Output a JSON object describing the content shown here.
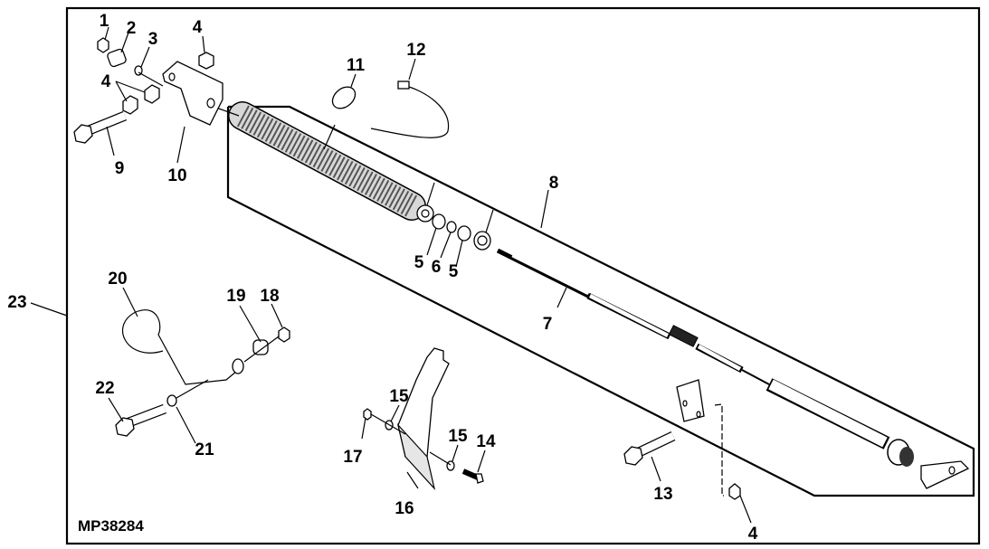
{
  "diagram": {
    "reference_id": "MP38284",
    "callouts": [
      {
        "id": "c1",
        "label": "1",
        "part": "lock-nut"
      },
      {
        "id": "c2",
        "label": "2",
        "part": "spacer"
      },
      {
        "id": "c3",
        "label": "3",
        "part": "washer"
      },
      {
        "id": "c4a",
        "label": "4",
        "part": "lock-nut"
      },
      {
        "id": "c4b",
        "label": "4",
        "part": "lock-nut"
      },
      {
        "id": "c4c",
        "label": "4",
        "part": "lock-nut"
      },
      {
        "id": "c5a",
        "label": "5",
        "part": "washer"
      },
      {
        "id": "c6",
        "label": "6",
        "part": "washer"
      },
      {
        "id": "c5b",
        "label": "5",
        "part": "washer"
      },
      {
        "id": "c7",
        "label": "7",
        "part": "control-cable"
      },
      {
        "id": "c8",
        "label": "8",
        "part": "spring-cable-assembly"
      },
      {
        "id": "c9",
        "label": "9",
        "part": "bolt"
      },
      {
        "id": "c10",
        "label": "10",
        "part": "bracket"
      },
      {
        "id": "c11",
        "label": "11",
        "part": "clamp"
      },
      {
        "id": "c12",
        "label": "12",
        "part": "cable-tie"
      },
      {
        "id": "c13",
        "label": "13",
        "part": "bolt"
      },
      {
        "id": "c14",
        "label": "14",
        "part": "bolt"
      },
      {
        "id": "c15a",
        "label": "15",
        "part": "washer"
      },
      {
        "id": "c15b",
        "label": "15",
        "part": "washer"
      },
      {
        "id": "c16",
        "label": "16",
        "part": "bracket"
      },
      {
        "id": "c17",
        "label": "17",
        "part": "nut"
      },
      {
        "id": "c18",
        "label": "18",
        "part": "lock-nut"
      },
      {
        "id": "c19",
        "label": "19",
        "part": "spacer"
      },
      {
        "id": "c20",
        "label": "20",
        "part": "spring-rod"
      },
      {
        "id": "c21",
        "label": "21",
        "part": "washer"
      },
      {
        "id": "c22",
        "label": "22",
        "part": "bolt"
      },
      {
        "id": "c23",
        "label": "23",
        "part": "complete-assembly"
      }
    ]
  }
}
